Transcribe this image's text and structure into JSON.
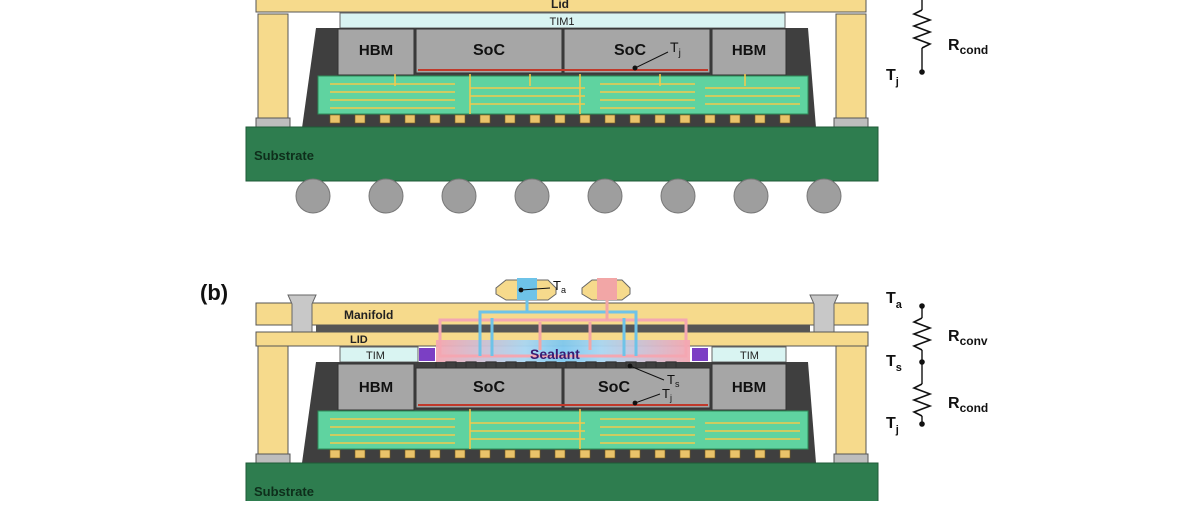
{
  "panel_a": {
    "lid": "Lid",
    "tim1": "TIM1",
    "hbm_left": "HBM",
    "soc_left": "SoC",
    "soc_right": "SoC",
    "hbm_right": "HBM",
    "tj_symbol": "T",
    "tj_sub": "j",
    "substrate": "Substrate",
    "circuit": {
      "resistor_symbol": "R",
      "resistor_sub": "cond",
      "node_symbol": "T",
      "node_sub": "j"
    }
  },
  "panel_b": {
    "label": "(b)",
    "ta_symbol": "T",
    "ta_sub": "a",
    "manifold": "Manifold",
    "lid": "LID",
    "tim_left": "TIM",
    "tim_right": "TIM",
    "sealant": "Sealant",
    "hbm_left": "HBM",
    "soc_left": "SoC",
    "soc_right": "SoC",
    "hbm_right": "HBM",
    "tj_symbol": "T",
    "tj_sub": "j",
    "ts_symbol": "T",
    "ts_sub": "s",
    "substrate": "Substrate",
    "circuit": {
      "node_top_symbol": "T",
      "node_top_sub": "a",
      "r1_symbol": "R",
      "r1_sub": "conv",
      "node_mid_symbol": "T",
      "node_mid_sub": "s",
      "r2_symbol": "R",
      "r2_sub": "cond",
      "node_bot_symbol": "T",
      "node_bot_sub": "j"
    }
  },
  "colors": {
    "lid_yellow": "#f6da8c",
    "tim_cyan": "#d9f4f2",
    "die_gray": "#a6a6a6",
    "mold_dark": "#4a4a4a",
    "interposer_green": "#5fd3a0",
    "substrate_green": "#2e7d4f",
    "ball_gray": "#9e9e9e",
    "coolant_blue": "#6ec3e8",
    "coolant_pink": "#f2a6a6",
    "sealant_purple": "#7b3fc4"
  }
}
